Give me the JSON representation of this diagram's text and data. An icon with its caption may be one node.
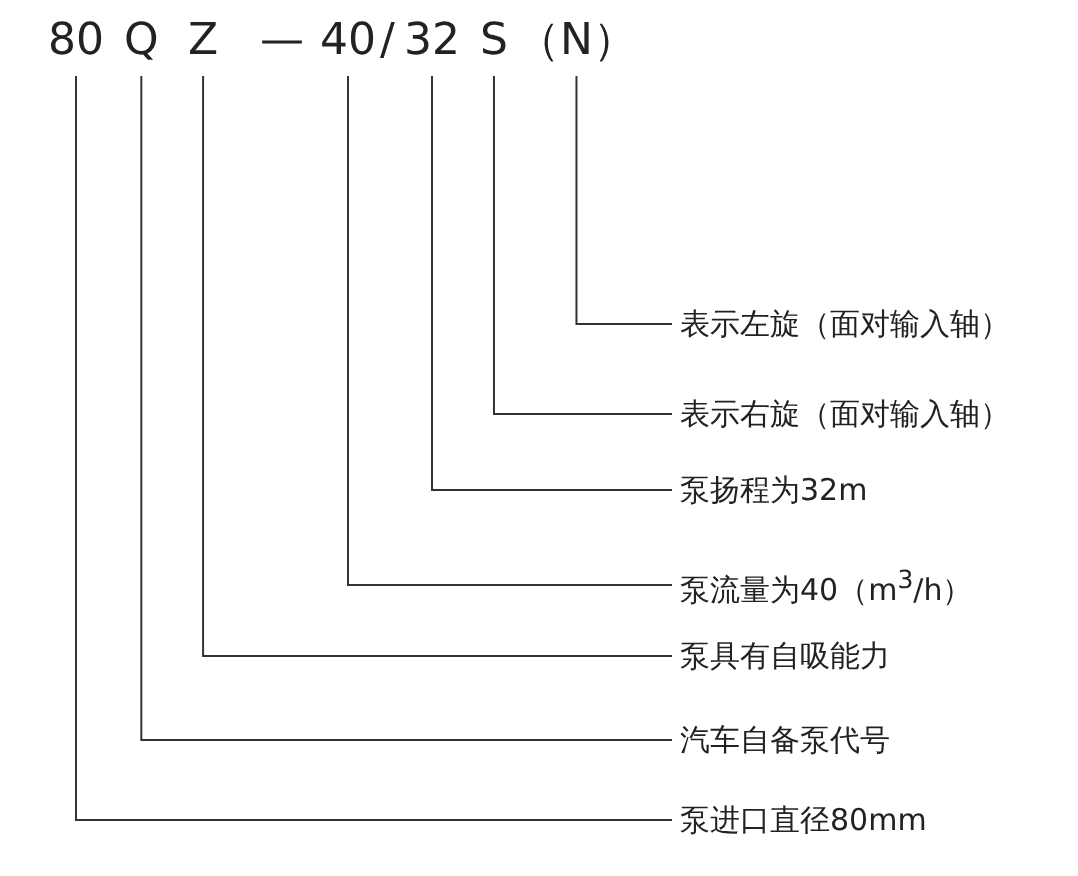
{
  "diagram": {
    "nodes": [
      {
        "text": [
          "80"
        ]
      },
      {
        "text": [
          "Q"
        ]
      },
      {
        "text": [
          "Z"
        ]
      },
      {
        "text": [
          "40"
        ]
      },
      {
        "text": [
          "32"
        ]
      },
      {
        "text": [
          "S"
        ]
      },
      {
        "text": [
          "（N）"
        ]
      },
      {
        "text": [
          "表示左旋（面对输入轴）"
        ]
      },
      {
        "text": [
          "表示右旋（面对输入轴）"
        ]
      },
      {
        "text": [
          "泵扬程为32m"
        ]
      },
      {
        "text": [
          "泵流量为40（m$^{3}$/h）"
        ]
      },
      {
        "text": [
          "泵具有自吸能力"
        ]
      },
      {
        "text": [
          "汽车自备泵代号"
        ]
      },
      {
        "text": [
          "泵进口直径80mm"
        ]
      }
    ],
    "edges": [
      {
        "from": 6,
        "to": 7,
        "arrow": "none"
      },
      {
        "from": 5,
        "to": 8,
        "arrow": "none"
      },
      {
        "from": 4,
        "to": 9,
        "arrow": "none"
      },
      {
        "from": 3,
        "to": 10,
        "arrow": "none"
      },
      {
        "from": 2,
        "to": 11,
        "arrow": "none"
      },
      {
        "from": 1,
        "to": 12,
        "arrow": "none"
      },
      {
        "from": 0,
        "to": 13,
        "arrow": "none"
      }
    ],
    "labels": [
      "—",
      "/"
    ]
  }
}
